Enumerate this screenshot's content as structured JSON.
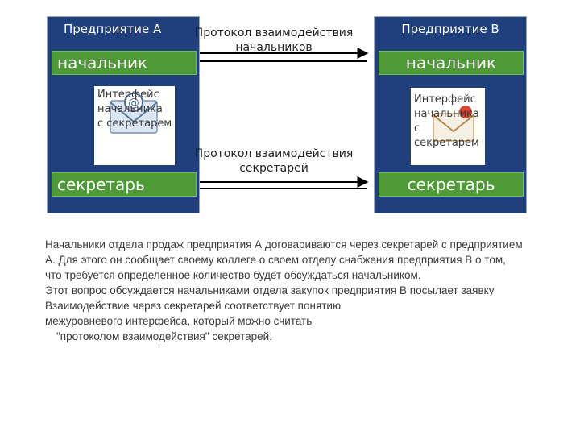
{
  "diagram": {
    "enterprise_a": {
      "title": "Предприятие А",
      "boss_label": "начальник",
      "interface_label": "Интерфейс\nначальника\nс секретарем",
      "secretary_label": "секретарь"
    },
    "enterprise_b": {
      "title": "Предприятие В",
      "boss_label": "начальник",
      "interface_label": "Интерфейс\nначальника\nс секретарем",
      "secretary_label": "секретарь"
    },
    "protocol_bosses": "Протокол взаимодействия\nначальников",
    "protocol_secretaries": "Протокол взаимодействия\nсекретарей",
    "icons": {
      "interface_a": "email-envelope-icon",
      "interface_b": "email-envelope-icon"
    },
    "colors": {
      "enterprise_bg": "#1f3f7d",
      "role_bg": "#4e9a36"
    }
  },
  "text": {
    "lines": [
      "Начальники отдела продаж предприятия А договариваются через секретарей с предприятием",
      "А. Для этого он сообщает своему коллеге о своем отделу снабжения предприятия В о том,",
      "что требуется определенное количество будет обсуждаться начальником.",
      "Этот вопрос обсуждается начальниками отдела закупок предприятия В посылает заявку",
      "Взаимодействие через секретарей соответствует понятию",
      "межуровневого интерфейса, который можно считать",
      "\"протоколом взаимодействия\" секретарей."
    ]
  }
}
